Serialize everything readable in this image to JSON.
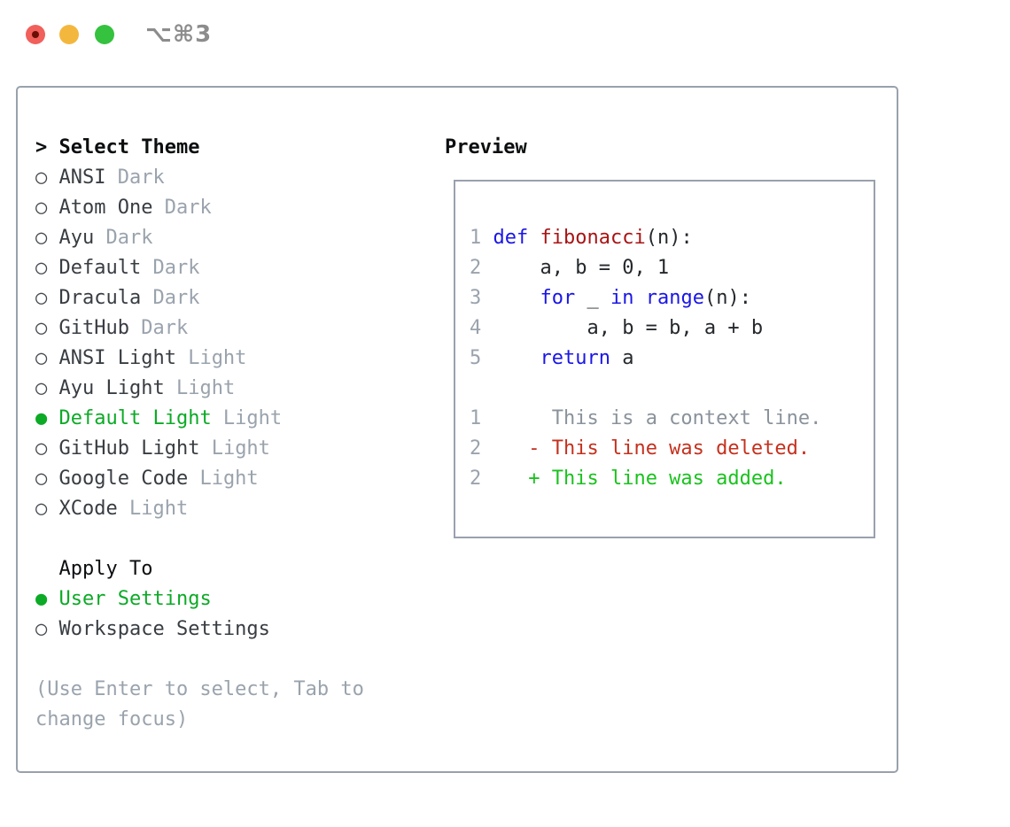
{
  "titlebar": {
    "shortcut": "⌥⌘3",
    "traffic_lights": [
      "close",
      "minimize",
      "zoom"
    ]
  },
  "theme_picker": {
    "title_marker": ">",
    "title": "Select Theme",
    "items": [
      {
        "marker": "○",
        "name": "ANSI",
        "variant": "Dark",
        "selected": false
      },
      {
        "marker": "○",
        "name": "Atom One",
        "variant": "Dark",
        "selected": false
      },
      {
        "marker": "○",
        "name": "Ayu",
        "variant": "Dark",
        "selected": false
      },
      {
        "marker": "○",
        "name": "Default",
        "variant": "Dark",
        "selected": false
      },
      {
        "marker": "○",
        "name": "Dracula",
        "variant": "Dark",
        "selected": false
      },
      {
        "marker": "○",
        "name": "GitHub",
        "variant": "Dark",
        "selected": false
      },
      {
        "marker": "○",
        "name": "ANSI Light",
        "variant": "Light",
        "selected": false
      },
      {
        "marker": "○",
        "name": "Ayu Light",
        "variant": "Light",
        "selected": false
      },
      {
        "marker": "●",
        "name": "Default Light",
        "variant": "Light",
        "selected": true
      },
      {
        "marker": "○",
        "name": "GitHub Light",
        "variant": "Light",
        "selected": false
      },
      {
        "marker": "○",
        "name": "Google Code",
        "variant": "Light",
        "selected": false
      },
      {
        "marker": "○",
        "name": "XCode",
        "variant": "Light",
        "selected": false
      }
    ],
    "apply_to": {
      "title": "Apply To",
      "options": [
        {
          "marker": "●",
          "name": "User Settings",
          "selected": true
        },
        {
          "marker": "○",
          "name": "Workspace Settings",
          "selected": false
        }
      ]
    },
    "hint_lines": [
      "(Use Enter to select, Tab to",
      "change focus)"
    ]
  },
  "preview": {
    "title": "Preview",
    "code_lines": [
      {
        "num": "1",
        "segs": [
          [
            "k",
            "def"
          ],
          [
            "p",
            " "
          ],
          [
            "f",
            "fibonacci"
          ],
          [
            "p",
            "(n):"
          ]
        ]
      },
      {
        "num": "2",
        "segs": [
          [
            "p",
            "    a, b = 0, 1"
          ]
        ]
      },
      {
        "num": "3",
        "segs": [
          [
            "p",
            "    "
          ],
          [
            "k",
            "for"
          ],
          [
            "p",
            " _ "
          ],
          [
            "k",
            "in"
          ],
          [
            "p",
            " "
          ],
          [
            "k",
            "range"
          ],
          [
            "p",
            "(n):"
          ]
        ]
      },
      {
        "num": "4",
        "segs": [
          [
            "p",
            "        a, b = b, a + b"
          ]
        ]
      },
      {
        "num": "5",
        "segs": [
          [
            "p",
            "    "
          ],
          [
            "k",
            "return"
          ],
          [
            "p",
            " a"
          ]
        ]
      }
    ],
    "diff_lines": [
      {
        "num": "1",
        "marker": " ",
        "text": "This is a context line.",
        "kind": "context"
      },
      {
        "num": "2",
        "marker": "-",
        "text": "This line was deleted.",
        "kind": "deleted"
      },
      {
        "num": "2",
        "marker": "+",
        "text": "This line was added.",
        "kind": "added"
      }
    ]
  },
  "colors": {
    "border": "#99a1ac",
    "header": "#0c0e10",
    "item": "#383d42",
    "muted": "#9aa3ad",
    "sel_green": "#0caa26",
    "add_green": "#1ac21e",
    "del_red": "#c4311e",
    "kw_blue": "#1a16e6",
    "fn_red": "#a81414",
    "code_plain": "#24282c",
    "ctx_gray": "#8a929b",
    "tl_red": "#f1605b",
    "tl_red_dot": "#6b0e06",
    "tl_yellow": "#f4b73e",
    "tl_green": "#35c23f"
  }
}
